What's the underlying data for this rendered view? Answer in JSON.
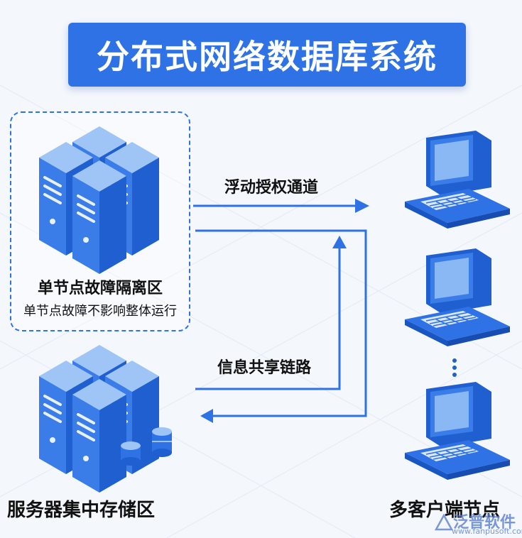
{
  "title": "分布式网络数据库系统",
  "isolation_zone": {
    "title": "单节点故障隔离区",
    "subtitle": "单节点故障不影响整体运行"
  },
  "storage_zone": {
    "title": "服务器集中存储区"
  },
  "client_zone": {
    "title": "多客户端节点"
  },
  "links": {
    "floating": "浮动授权通道",
    "sharing": "信息共享链路"
  },
  "watermark": {
    "brand": "泛普软件",
    "url": "www.fanpusoft.com"
  },
  "colors": {
    "accent": "#2f72e6",
    "server_front": "#3a7ce8",
    "server_side": "#1f5fd0",
    "screen": "#8ab8f5"
  }
}
